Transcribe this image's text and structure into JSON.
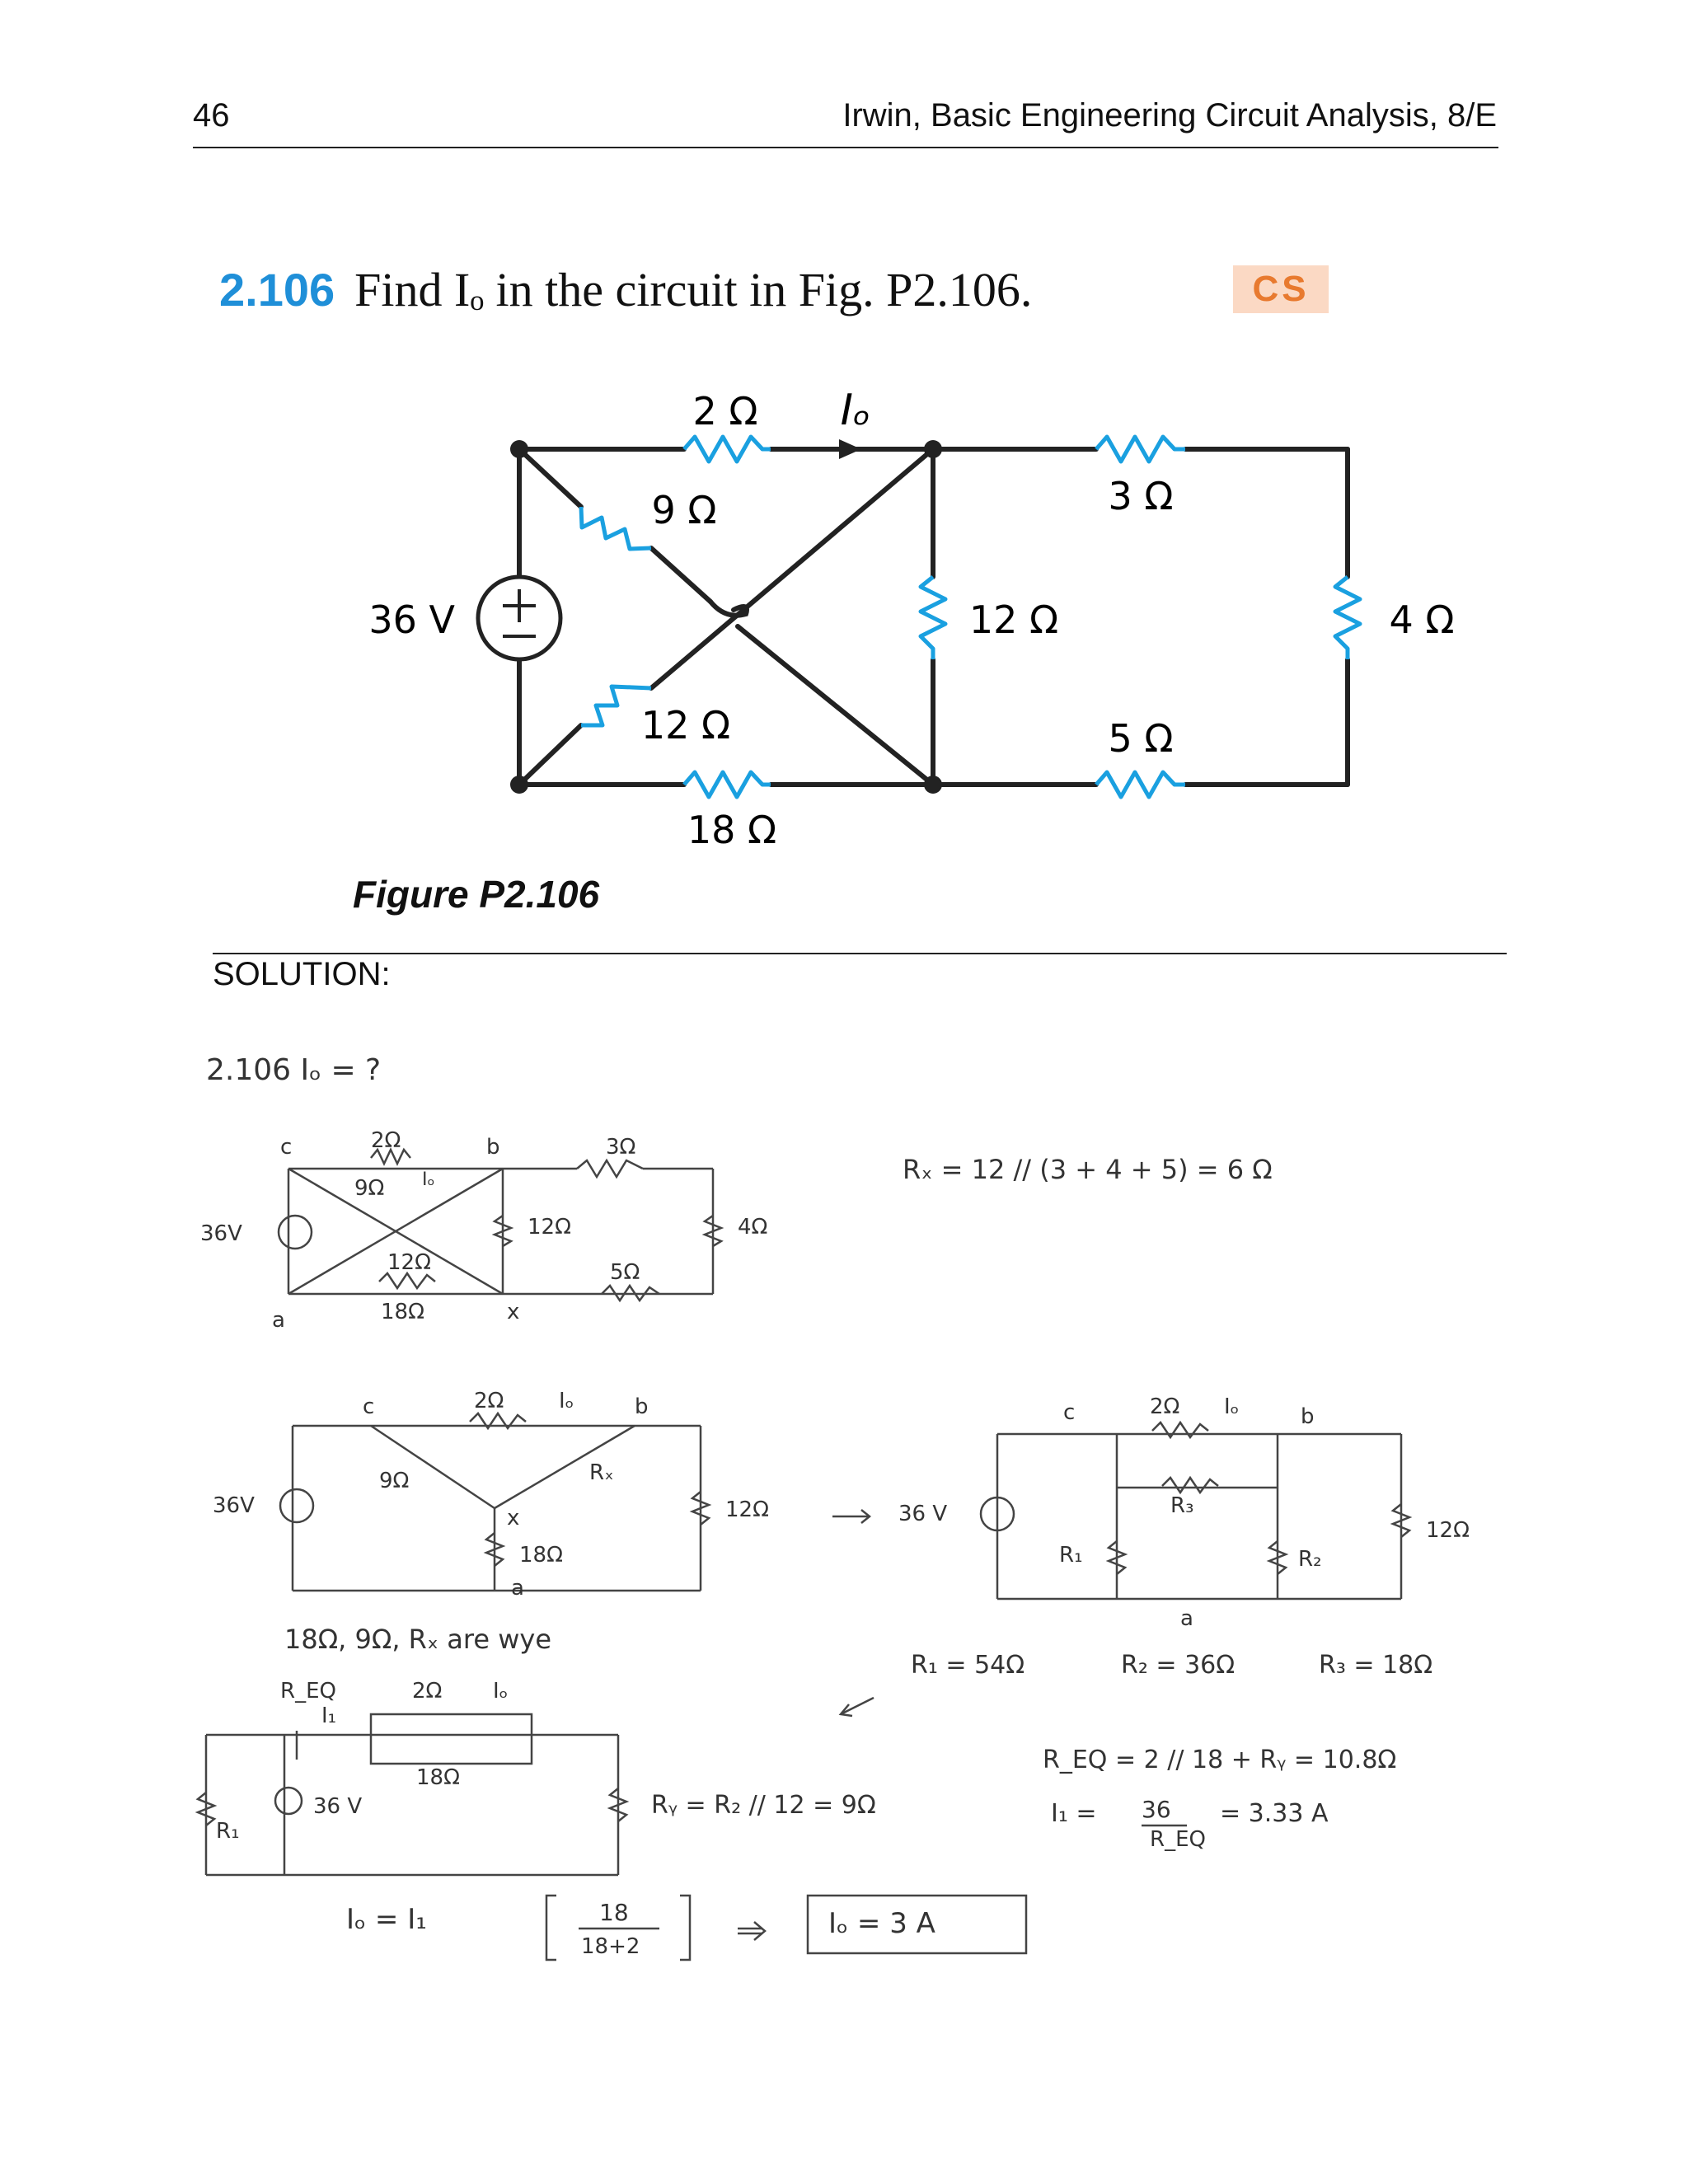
{
  "header": {
    "page_number": "46",
    "book_title": "Irwin, Basic Engineering Circuit Analysis, 8/E"
  },
  "problem": {
    "number": "2.106",
    "statement": "Find Iₒ in the circuit in Fig. P2.106.",
    "badge": "CS"
  },
  "figure": {
    "caption": "Figure P2.106",
    "labels": {
      "r2": "2 Ω",
      "io": "Iₒ",
      "r9": "9 Ω",
      "r3": "3 Ω",
      "source": "36 V",
      "r12_mid": "12 Ω",
      "r4": "4 Ω",
      "r12_diag": "12 Ω",
      "r5": "5 Ω",
      "r18": "18 Ω"
    }
  },
  "solution": {
    "label": "SOLUTION:",
    "handwritten": {
      "heading": "2.106   Iₒ = ?",
      "rx_eq": "Rₓ = 12 // (3 + 4 + 5) = 6 Ω",
      "step1_c": "c",
      "step1_b": "b",
      "step1_a": "a",
      "step1_x": "x",
      "step1_r2": "2Ω",
      "step1_io": "Iₒ",
      "step1_r9": "9Ω",
      "step1_r3": "3Ω",
      "step1_src": "36V",
      "step1_r12": "12Ω",
      "step1_r4": "4Ω",
      "step1_r12d": "12Ω",
      "step1_r5": "5Ω",
      "step1_r18": "18Ω",
      "step2_c": "c",
      "step2_b": "b",
      "step2_a": "a",
      "step2_x": "x",
      "step2_r2": "2Ω",
      "step2_io": "Iₒ",
      "step2_r9": "9Ω",
      "step2_rx": "Rₓ",
      "step2_src": "36V",
      "step2_r18": "18Ω",
      "step2_r12": "12Ω",
      "wye_note": "18Ω, 9Ω, Rₓ are wye",
      "step3_c": "c",
      "step3_b": "b",
      "step3_a": "a",
      "step3_src": "36 V",
      "step3_r2": "2Ω",
      "step3_io": "Iₒ",
      "step3_r1": "R₁",
      "step3_r3": "R₃",
      "step3_r2b": "R₂",
      "step3_r12": "12Ω",
      "r_values_1": "R₁ = 54Ω",
      "r_values_2": "R₂ = 36Ω",
      "r_values_3": "R₃ = 18Ω",
      "step4_req": "R_EQ",
      "step4_i1": "I₁",
      "step4_r2": "2Ω",
      "step4_io": "Iₒ",
      "step4_r18": "18Ω",
      "step4_src": "36 V",
      "step4_r1": "R₁",
      "ry_eq": "Rᵧ = R₂ // 12 = 9Ω",
      "req_eq": "R_EQ = 2 // 18 + Rᵧ = 10.8Ω",
      "i1_eq_lhs": "I₁ =",
      "i1_num": "36",
      "i1_den": "R_EQ",
      "i1_result": "= 3.33 A",
      "io_lhs": "Iₒ = I₁",
      "io_num": "18",
      "io_den": "18+2",
      "answer": "Iₒ = 3 A"
    }
  }
}
